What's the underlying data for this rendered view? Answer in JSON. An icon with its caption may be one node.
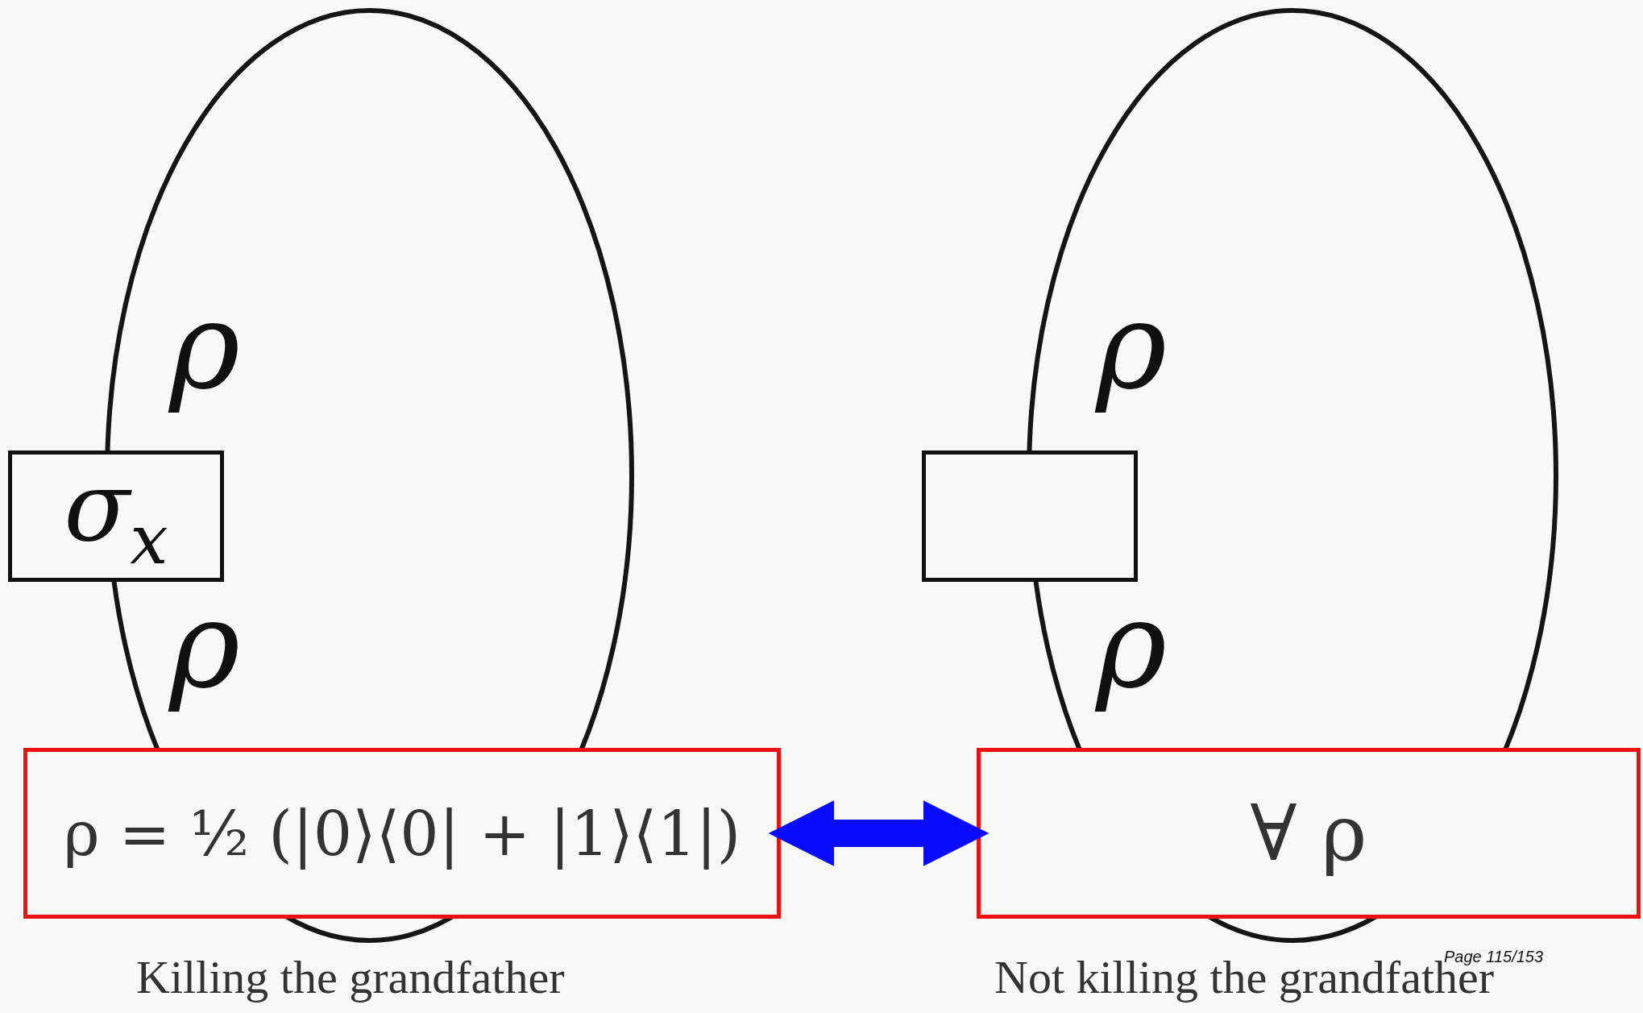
{
  "diagram": {
    "nodes": [
      {
        "text": [
          "ρ",
          "ρ"
        ]
      },
      {
        "text": [
          "σ$_{x}$"
        ]
      },
      {
        "text": [
          "ρ = ½ (|0⟩⟨0| + |1⟩⟨1|)"
        ]
      },
      {
        "text": [
          "ρ",
          "ρ"
        ]
      },
      {
        "text": [],
        "shape": "box"
      },
      {
        "text": [
          "∀ ρ"
        ]
      }
    ],
    "edges": [
      {
        "from": 2,
        "to": 5,
        "arrow": "both",
        "color": "#0a0aff"
      }
    ],
    "labels": [
      "Killing the grandfather",
      "Not killing the grandfather",
      "Page 115/153"
    ]
  }
}
